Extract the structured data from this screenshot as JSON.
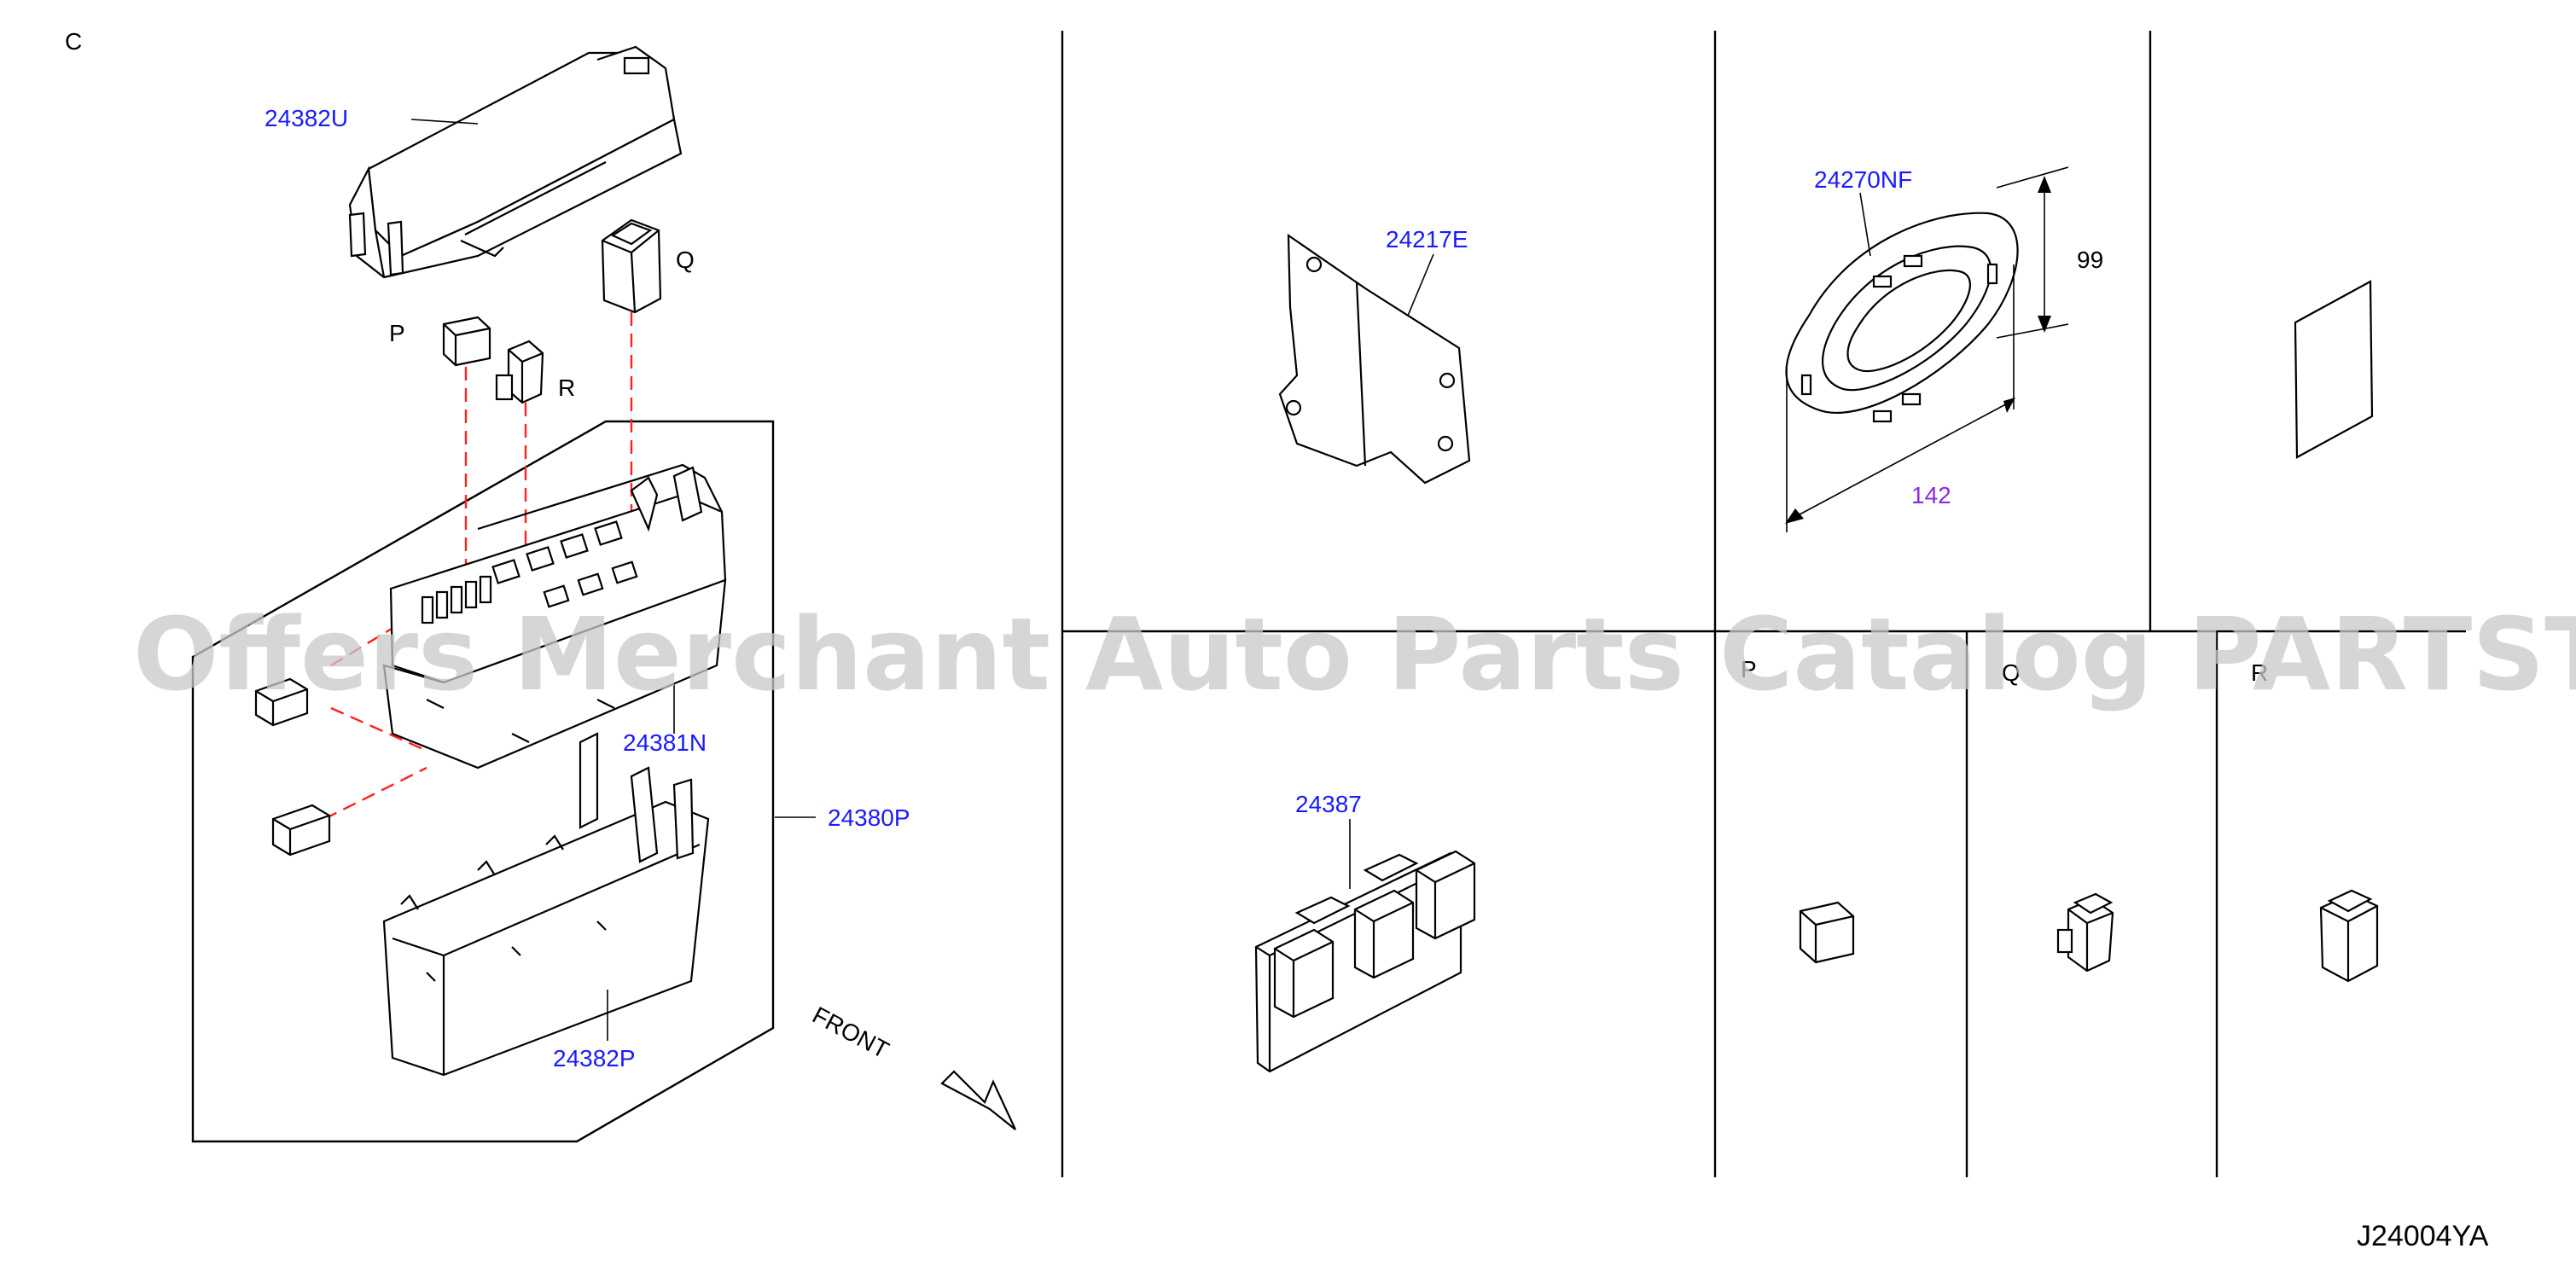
{
  "diagram": {
    "section_letter": "C",
    "parts": {
      "upper_cover": "24382U",
      "fuse_block": "24381N",
      "assembly": "24380P",
      "lower_case": "24382P",
      "bracket": "24217E",
      "grommet": "24270NF",
      "relay_module": "24387"
    },
    "callouts": {
      "p": "P",
      "q": "Q",
      "r": "R"
    },
    "dimensions": {
      "height": "99",
      "width": "142"
    },
    "direction": "FRONT",
    "drawing_code": "J24004YA"
  },
  "panels": {
    "p_title": "P",
    "q_title": "Q",
    "r_title": "R"
  },
  "watermark": "Offers Merchant Auto Parts Catalog PARTSTORE.SA",
  "colors": {
    "part_number": "#1a1aff",
    "dimension": "#8a2be2",
    "leader_dash": "#ff2020",
    "watermark": "#c8c8c8"
  }
}
